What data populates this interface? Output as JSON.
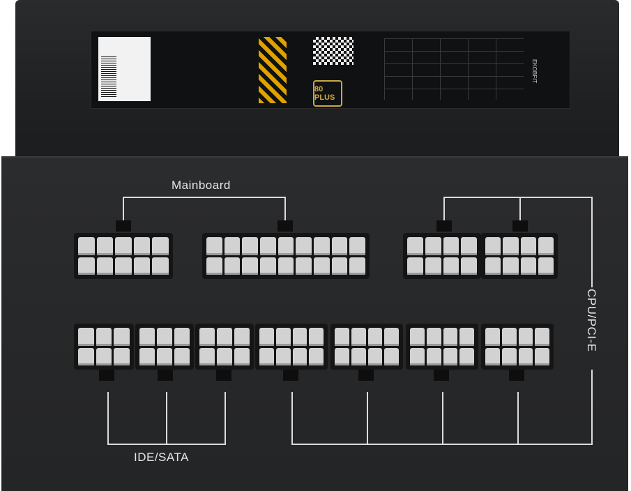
{
  "labels": {
    "mainboard": "Mainboard",
    "ide_sata": "IDE/SATA",
    "cpu_pcie": "CPU/PCI-E"
  },
  "sticker": {
    "badge": "80 PLUS",
    "brand": "EKOBFIT"
  },
  "colors": {
    "body": "#242526",
    "connector": "#d2d2d2",
    "wire": "#dcdcdc",
    "badge_gold": "#c8a84a"
  }
}
